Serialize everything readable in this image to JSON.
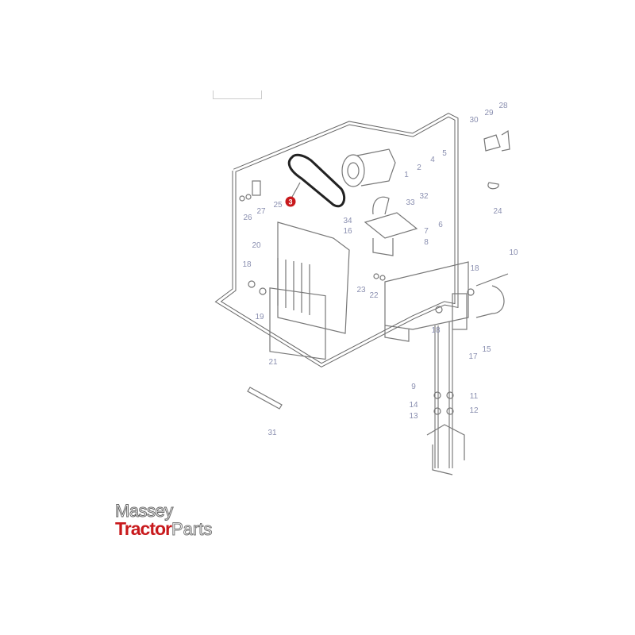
{
  "diagram": {
    "highlighted_part": "3",
    "highlight_color": "#c8191c",
    "callout_color": "#8a8fb0",
    "callouts": [
      "28",
      "29",
      "30",
      "1",
      "2",
      "4",
      "5",
      "32",
      "33",
      "34",
      "16",
      "6",
      "7",
      "8",
      "25",
      "27",
      "26",
      "24",
      "20",
      "18",
      "19",
      "10",
      "18",
      "23",
      "22",
      "18",
      "17",
      "15",
      "21",
      "9",
      "11",
      "14",
      "12",
      "13",
      "31"
    ]
  },
  "logo": {
    "line1": "Massey",
    "line2_bold": "Tractor",
    "line2_light": "Parts"
  }
}
